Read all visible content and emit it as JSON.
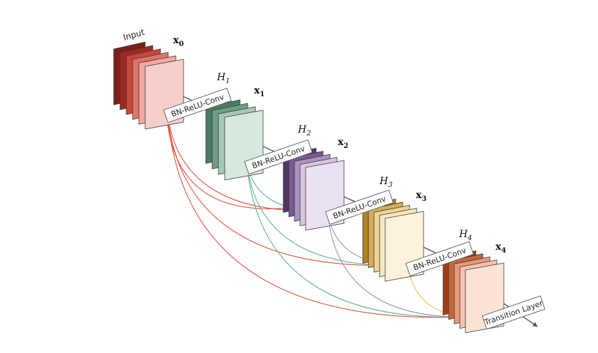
{
  "input_label": "Input",
  "feature_maps": [
    {
      "base": "x",
      "sub": "0",
      "colors": [
        "#7e1e17",
        "#a02a23",
        "#c8463c",
        "#e07468",
        "#f1a9a0",
        "#f7cfca"
      ]
    },
    {
      "base": "x",
      "sub": "1",
      "colors": [
        "#4b7c62",
        "#6f9c85",
        "#a7c8b7",
        "#d7e8df"
      ]
    },
    {
      "base": "x",
      "sub": "2",
      "colors": [
        "#4f3563",
        "#7a5b91",
        "#ad92c2",
        "#d6c6e2",
        "#ebe2f1"
      ]
    },
    {
      "base": "x",
      "sub": "3",
      "colors": [
        "#ad8329",
        "#d6ac55",
        "#f0d495",
        "#f8e7c1",
        "#fdf3dd"
      ]
    },
    {
      "base": "x",
      "sub": "4",
      "colors": [
        "#9f3d18",
        "#c9653b",
        "#e79b78",
        "#f5c4ab",
        "#fbe3d6"
      ]
    }
  ],
  "layers": [
    {
      "base": "H",
      "sub": "1",
      "op": "BN-ReLU-Conv"
    },
    {
      "base": "H",
      "sub": "2",
      "op": "BN-ReLU-Conv"
    },
    {
      "base": "H",
      "sub": "3",
      "op": "BN-ReLU-Conv"
    },
    {
      "base": "H",
      "sub": "4",
      "op": "BN-ReLU-Conv"
    }
  ],
  "transition_label": "Transition Layer",
  "connection_colors": {
    "from_x0": "#e2503d",
    "from_x1": "#5fb38b",
    "from_x2": "#a88cc4",
    "from_x3": "#e6c24a",
    "main": "#555555"
  }
}
